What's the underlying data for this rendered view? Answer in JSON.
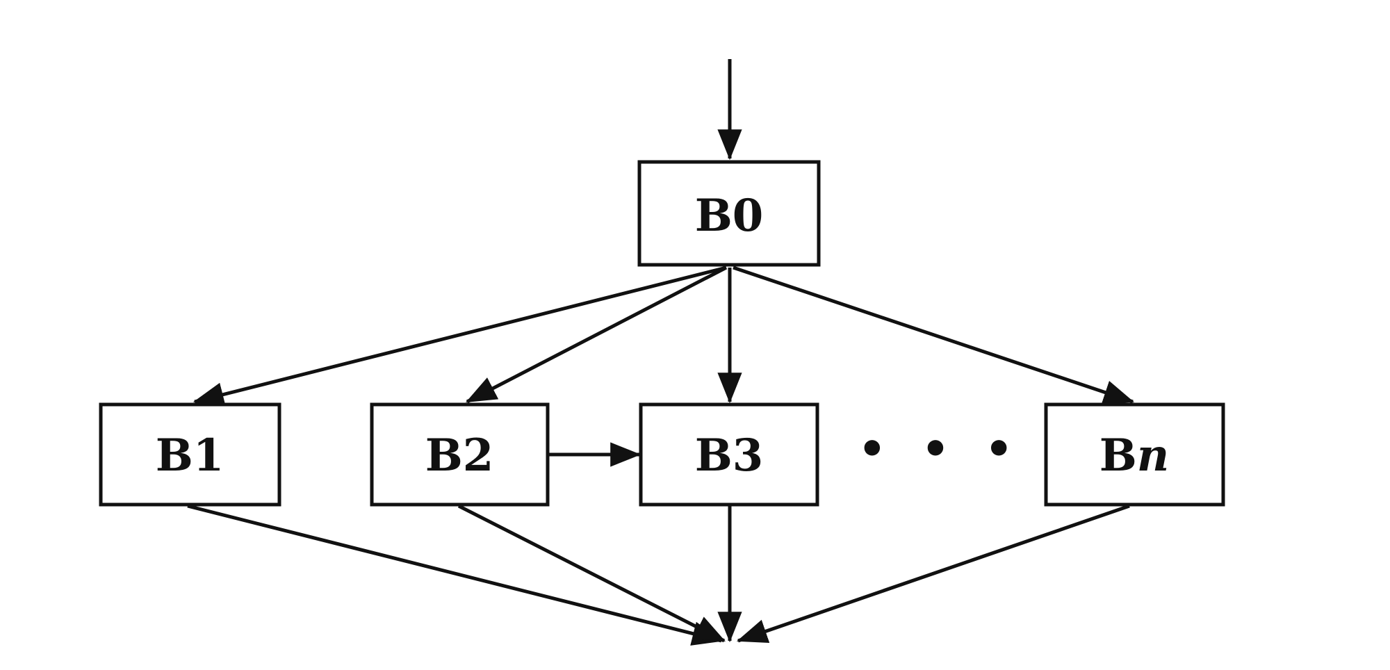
{
  "diagram": {
    "nodes": {
      "b0": "B0",
      "b1": "B1",
      "b2": "B2",
      "b3": "B3",
      "bn_prefix": "B",
      "bn_suffix": "n"
    },
    "ellipsis": "• • •",
    "colors": {
      "line": "#111111",
      "box_fill": "#ffffff",
      "background": "#ffffff"
    }
  }
}
